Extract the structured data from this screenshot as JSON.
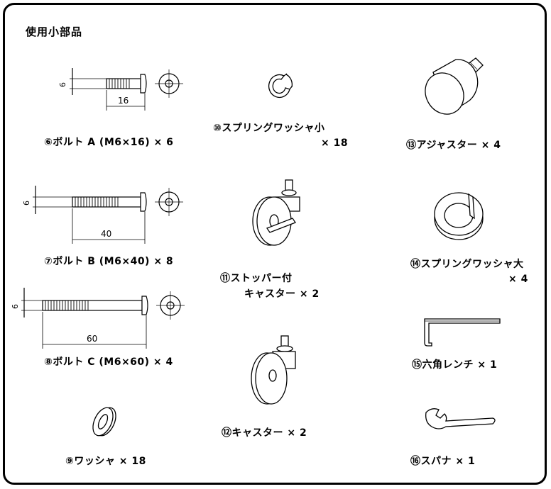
{
  "section_title": "使用小部品",
  "parts": {
    "p6": {
      "label": "⑥ボルト A (M6×16) × 6",
      "diameter": "6",
      "length": "16"
    },
    "p7": {
      "label": "⑦ボルト B (M6×40) × 8",
      "diameter": "6",
      "length": "40"
    },
    "p8": {
      "label": "⑧ボルト C (M6×60) × 4",
      "diameter": "6",
      "length": "60"
    },
    "p9": {
      "label": "⑨ワッシャ × 18"
    },
    "p10": {
      "label_line1": "⑩スプリングワッシャ小",
      "label_line2": "× 18"
    },
    "p11": {
      "label_line1": "⑪ストッパー付",
      "label_line2": "キャスター × 2"
    },
    "p12": {
      "label": "⑫キャスター × 2"
    },
    "p13": {
      "label": "⑬アジャスター × 4"
    },
    "p14": {
      "label_line1": "⑭スプリングワッシャ大",
      "label_line2": "× 4"
    },
    "p15": {
      "label": "⑮六角レンチ × 1"
    },
    "p16": {
      "label": "⑯スパナ × 1"
    }
  }
}
